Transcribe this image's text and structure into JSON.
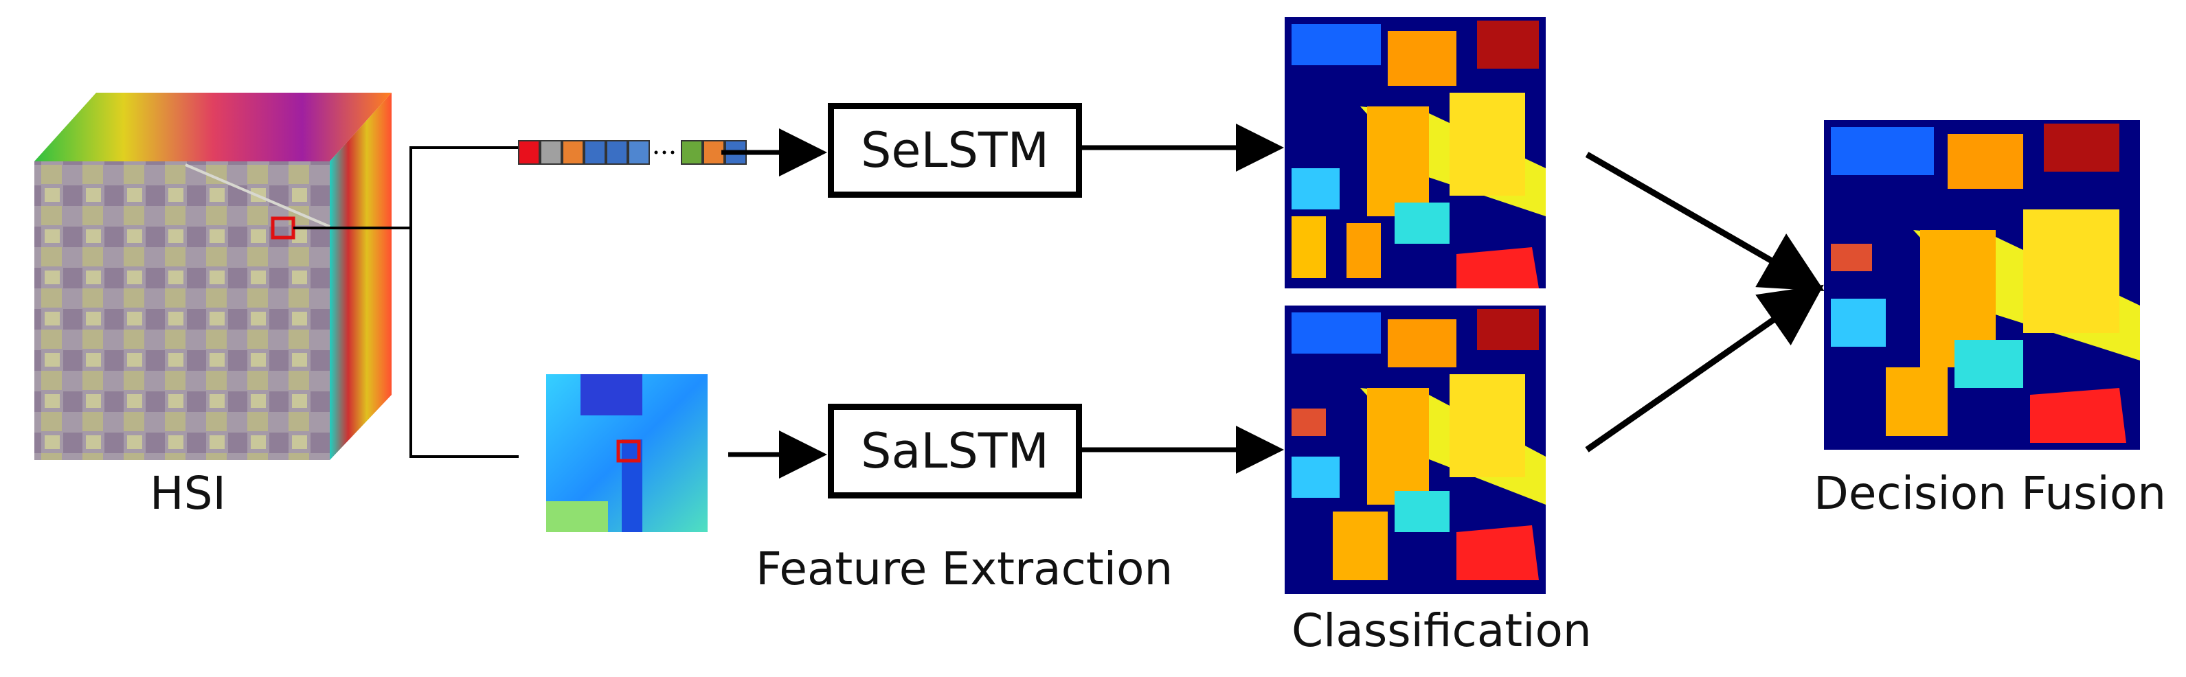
{
  "labels": {
    "hsi": "HSI",
    "selstm": "SeLSTM",
    "salstm": "SaLSTM",
    "feature_extraction": "Feature Extraction",
    "classification": "Classification",
    "decision_fusion": "Decision Fusion"
  },
  "colors": {
    "class_background": "#000080",
    "arrow": "#000000",
    "highlight": "#e01010",
    "spectral_cells": [
      "#e8101c",
      "#a0a0a0",
      "#e88030",
      "#3a6fc4",
      "#3a6fc4",
      "#4f86d0",
      "#6aa83a",
      "#e88030",
      "#3a6fc4"
    ]
  }
}
